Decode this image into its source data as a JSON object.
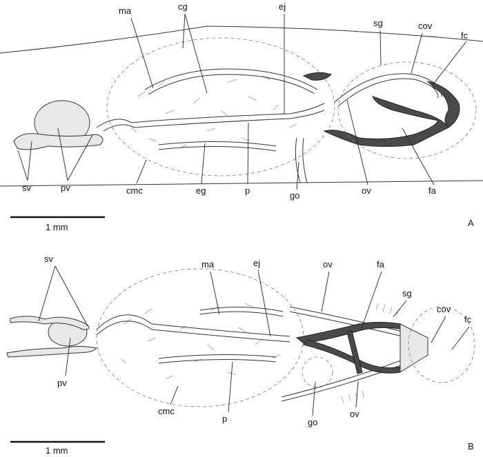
{
  "panelA": {
    "letter": "A",
    "labels": {
      "ma": "ma",
      "cg": "cg",
      "ej": "ej",
      "sg": "sg",
      "cov": "cov",
      "fc": "fc",
      "sv": "sv",
      "pv": "pv",
      "cmc": "cmc",
      "eg": "eg",
      "p": "p",
      "go": "go",
      "ov": "ov",
      "fa": "fa"
    },
    "scale_bar": "1 mm"
  },
  "panelB": {
    "letter": "B",
    "labels": {
      "sv": "sv",
      "ma": "ma",
      "ej": "ej",
      "ov_top": "ov",
      "fa": "fa",
      "sg": "sg",
      "cov": "cov",
      "fc": "fc",
      "pv": "pv",
      "cmc": "cmc",
      "p": "p",
      "go": "go",
      "ov_bottom": "ov"
    },
    "scale_bar": "1 mm"
  }
}
